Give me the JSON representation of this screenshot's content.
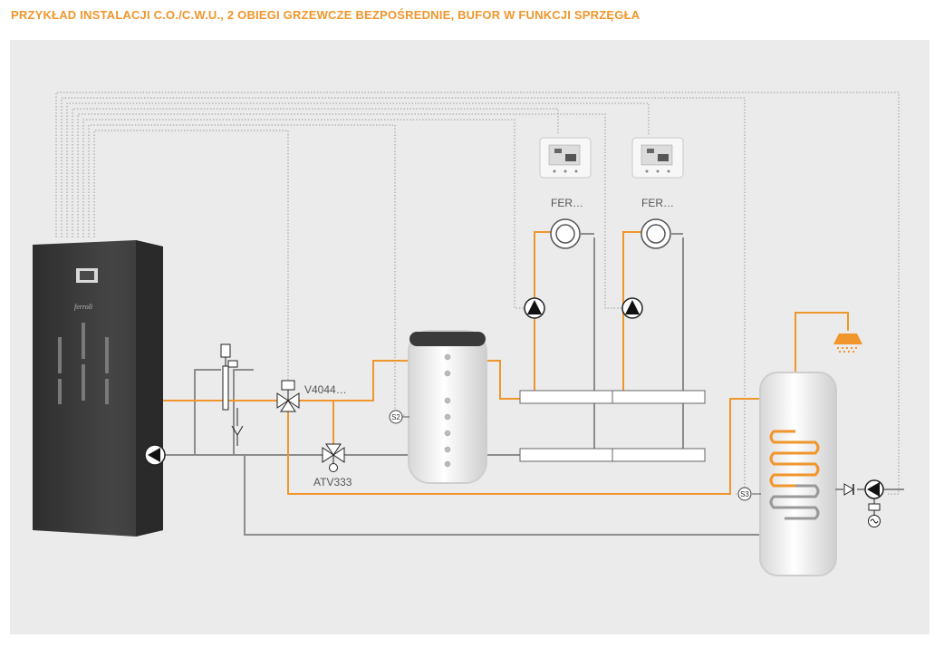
{
  "title": "PRZYKŁAD INSTALACJI C.O./C.W.U., 2 OBIEGI GRZEWCZE BEZPOŚREDNIE, BUFOR W FUNKCJI SPRZĘGŁA",
  "colors": {
    "accent": "#f0962c",
    "pipe_gray": "#8a8a8a",
    "boiler": "#3e3e3e",
    "panel": "#ebebeb"
  },
  "boiler": {
    "brand": "ferroli"
  },
  "labels": {
    "valve_mixing": "V4044…",
    "valve_diverter": "ATV333",
    "thermostat_1": "FER…",
    "thermostat_2": "FER…",
    "sensor_buffer": "S2",
    "sensor_dhw": "S3"
  }
}
